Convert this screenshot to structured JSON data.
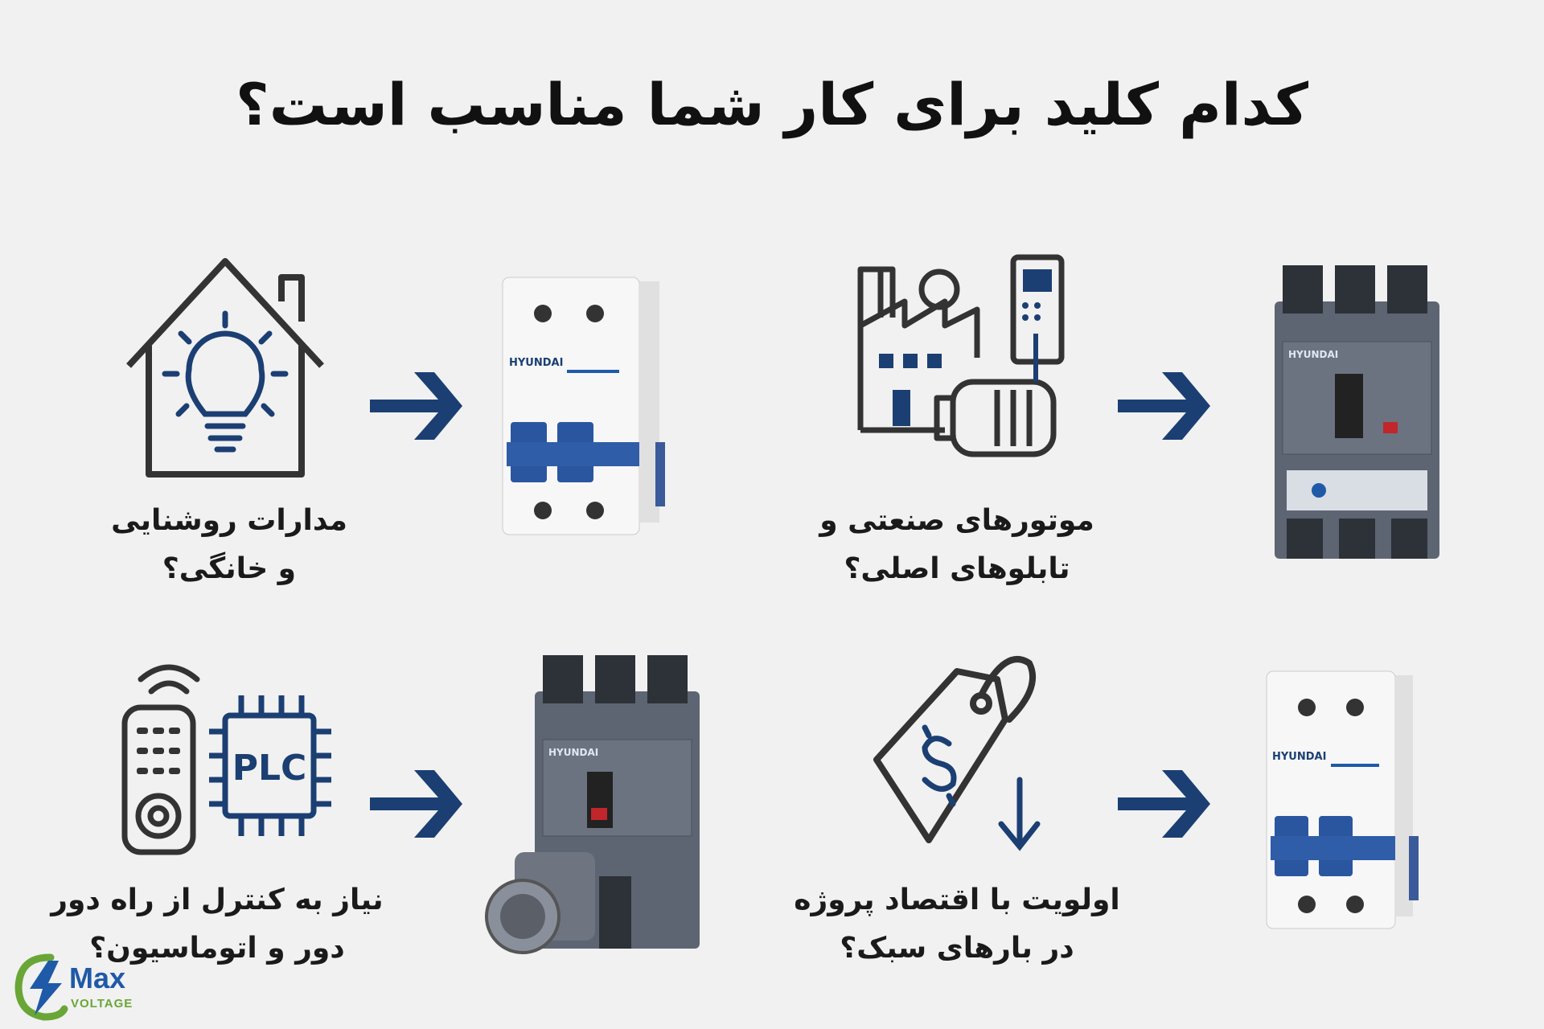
{
  "title": "کدام کلید برای کار شما مناسب است؟",
  "colors": {
    "icon_stroke": "#333333",
    "accent_blue": "#1b3f73",
    "background": "#f1f1f1",
    "logo_blue": "#1f5aa8",
    "logo_green": "#6aa637"
  },
  "cards": [
    {
      "icon": "house-lightbulb-icon",
      "product": "mcb-2-pole",
      "label_line1": "مدارات روشنایی",
      "label_line2": "و خانگی؟",
      "brand": "HYUNDAI"
    },
    {
      "icon": "factory-gear-motor-icon",
      "product": "mccb-3-pole",
      "label_line1": "موتورهای صنعتی و",
      "label_line2": "تابلوهای اصلی؟",
      "brand": "HYUNDAI"
    },
    {
      "icon": "remote-plc-icon",
      "product": "mccb-motorized",
      "label_line1": "نیاز به کنترل از راه دور",
      "label_line2": "دور و اتوماسیون؟",
      "brand": "HYUNDAI",
      "chip_text": "PLC"
    },
    {
      "icon": "price-tag-down-icon",
      "product": "mcb-2-pole",
      "label_line1": "اولویت با اقتصاد پروژه",
      "label_line2": "در بارهای سبک؟",
      "brand": "HYUNDAI"
    }
  ],
  "logo": {
    "name": "Max",
    "sub": "VOLTAGE"
  }
}
